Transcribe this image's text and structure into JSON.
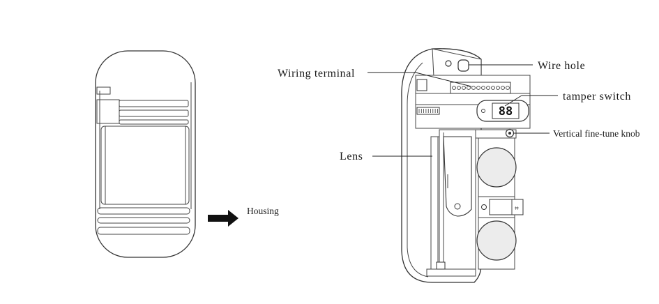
{
  "labels": {
    "housing": "Housing",
    "wiring_terminal": "Wiring terminal",
    "wire_hole": "Wire hole",
    "tamper_switch": "tamper switch",
    "vertical_knob": "Vertical fine-tune knob",
    "lens": "Lens"
  },
  "display": {
    "digits": "88"
  },
  "icons": {
    "housing_arrow": "right-arrow"
  }
}
